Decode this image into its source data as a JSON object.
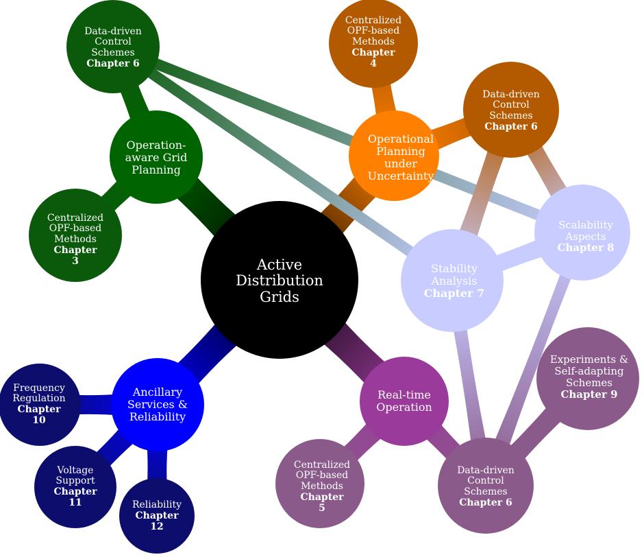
{
  "nodes": {
    "root": {
      "lines": [
        "Active",
        "Distribution",
        "Grids"
      ]
    },
    "planning": {
      "label": {
        "lines": [
          "Operation-",
          "aware Grid",
          "Planning"
        ]
      },
      "children": {
        "control": {
          "lines": [
            "Data-driven",
            "Control",
            "Schemes"
          ],
          "chapter": "Chapter 6"
        },
        "opf": {
          "lines": [
            "Centralized",
            "OPF-based",
            "Methods"
          ],
          "chapter": "Chapter 3"
        }
      }
    },
    "uncertainty": {
      "label": {
        "lines": [
          "Operational",
          "Planning",
          "under",
          "Uncertainty"
        ]
      },
      "children": {
        "opf": {
          "lines": [
            "Centralized",
            "OPF-based",
            "Methods"
          ],
          "chapter": "Chapter 4"
        },
        "control": {
          "lines": [
            "Data-driven",
            "Control",
            "Schemes"
          ],
          "chapter": "Chapter 6"
        }
      }
    },
    "stability": {
      "lines": [
        "Stability",
        "Analysis"
      ],
      "chapter": "Chapter 7"
    },
    "scalability": {
      "lines": [
        "Scalability",
        "Aspects"
      ],
      "chapter": "Chapter 8"
    },
    "realtime": {
      "label": {
        "lines": [
          "Real-time",
          "Operation"
        ]
      },
      "children": {
        "opf": {
          "lines": [
            "Centralized",
            "OPF-based",
            "Methods"
          ],
          "chapter": "Chapter 5"
        },
        "control": {
          "lines": [
            "Data-driven",
            "Control",
            "Schemes"
          ],
          "chapter": "Chapter 6"
        },
        "experiments": {
          "lines": [
            "Experiments &",
            "Self-adapting",
            "Schemes"
          ],
          "chapter": "Chapter 9"
        }
      }
    },
    "ancillary": {
      "label": {
        "lines": [
          "Ancillary",
          "Services &",
          "Reliability"
        ]
      },
      "children": {
        "frequency": {
          "lines": [
            "Frequency",
            "Regulation"
          ],
          "chapter": "Chapter 10"
        },
        "voltage": {
          "lines": [
            "Voltage",
            "Support"
          ],
          "chapter": "Chapter 11"
        },
        "reliability": {
          "lines": [
            "Reliability"
          ],
          "chapter": "Chapter 12"
        }
      }
    }
  },
  "colors": {
    "root": "#000000",
    "planning": "#006400",
    "planning_child": "#0b5a0b",
    "uncertainty": "#ff8000",
    "uncertainty_child": "#b35900",
    "stability": "#c8ccff",
    "scalability": "#c8ccff",
    "realtime": "#9a3a9a",
    "realtime_child": "#8a5a8a",
    "ancillary": "#0000ff",
    "ancillary_child": "#0d0d6e",
    "cross_link": "#5f8a80"
  }
}
